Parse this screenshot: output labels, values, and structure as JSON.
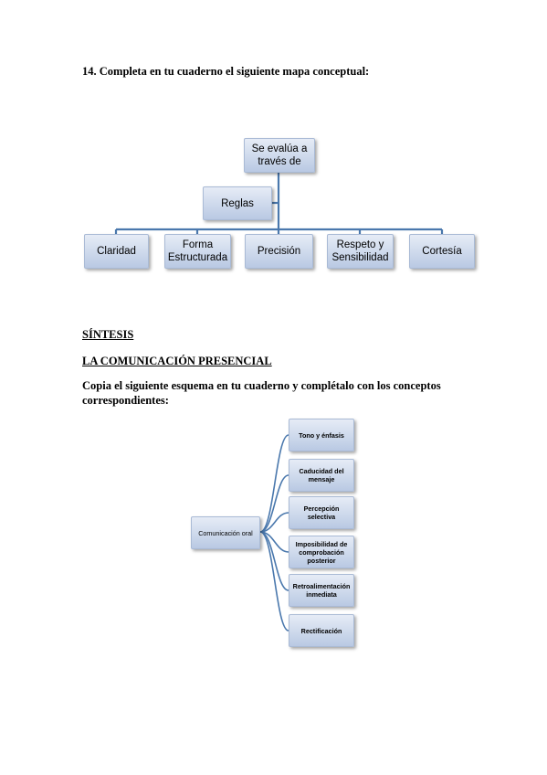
{
  "exercise": {
    "title": "14. Completa en tu cuaderno el siguiente mapa conceptual:"
  },
  "map1": {
    "top": "Se evalúa a través de",
    "reglas": "Reglas",
    "children": [
      "Claridad",
      "Forma Estructurada",
      "Precisión",
      "Respeto y Sensibilidad",
      "Cortesía"
    ]
  },
  "sintesis": {
    "heading": "SÍNTESIS",
    "subheading": "LA COMUNICACIÓN PRESENCIAL",
    "instruction": "Copia el siguiente esquema en tu cuaderno y complétalo con los conceptos correspondientes:"
  },
  "map2": {
    "root": "Comunicación oral",
    "branches": [
      "Tono y énfasis",
      "Caducidad del mensaje",
      "Percepción selectiva",
      "Imposibilidad de comprobación posterior",
      "Retroalimentación inmediata",
      "Rectificación"
    ]
  }
}
